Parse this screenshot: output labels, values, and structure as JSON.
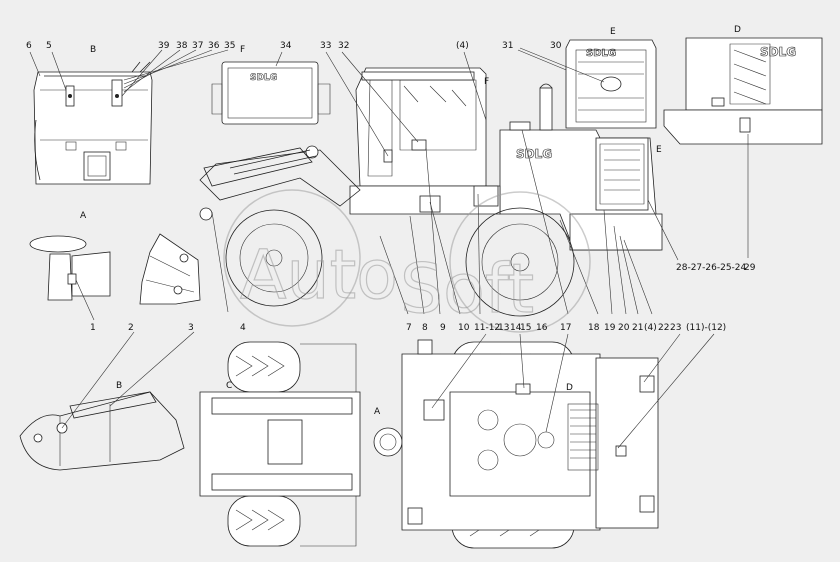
{
  "watermark": {
    "part1": "Auto",
    "part2": "Soft"
  },
  "view_labels": {
    "b": "B",
    "f": "F",
    "e": "E",
    "d": "D",
    "a": "A",
    "c": "C",
    "b2": "B",
    "d2": "D",
    "f2": "F",
    "e2": "E",
    "a2": "A"
  },
  "brand": {
    "text": "SDLG"
  },
  "callouts_top": [
    "6",
    "5",
    "39",
    "38",
    "37",
    "36",
    "35",
    "34",
    "33",
    "32",
    "(4)",
    "31",
    "30"
  ],
  "callouts_right": {
    "c1": "28-27-26-25-24",
    "c2": "29"
  },
  "callouts_bottom": [
    "1",
    "2",
    "3",
    "4",
    "7",
    "8",
    "9",
    "10",
    "11-12",
    "13",
    "14",
    "15",
    "16",
    "17",
    "18",
    "19",
    "20",
    "21",
    "(4)",
    "22",
    "23",
    "(11)-(12)"
  ]
}
